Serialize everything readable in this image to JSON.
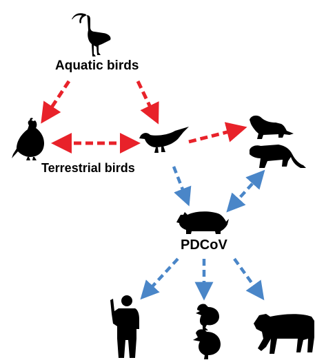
{
  "labels": {
    "aquatic_birds": "Aquatic birds",
    "terrestrial_birds": "Terrestrial birds",
    "virus": "PDCoV"
  },
  "colors": {
    "red_arrow": "#e8222a",
    "blue_arrow": "#4a86c8",
    "silhouette": "#000000"
  },
  "icons": [
    "ibis-icon",
    "quail-icon",
    "sparrow-icon",
    "ferret-icon",
    "civet-icon",
    "pig-icon",
    "human-icon",
    "chick-icon",
    "duckling-icon",
    "calf-icon"
  ]
}
